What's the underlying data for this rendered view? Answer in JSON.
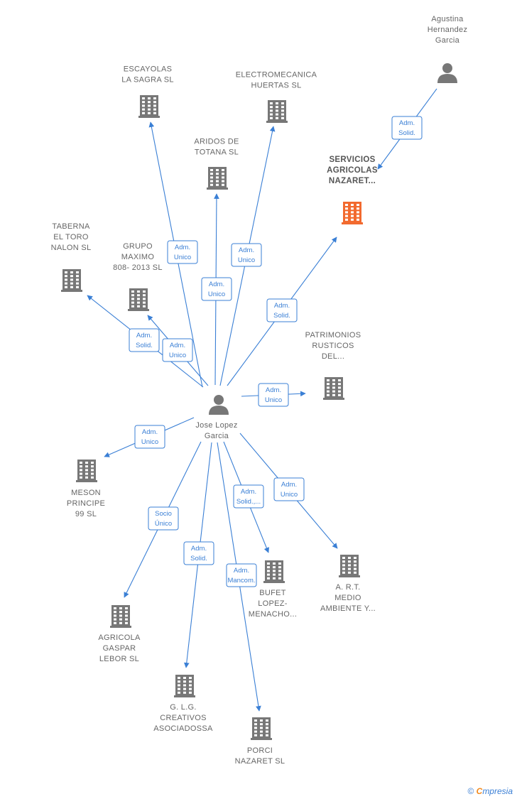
{
  "colors": {
    "edge": "#3a7fd5",
    "node": "#777777",
    "highlight": "#f26a2f"
  },
  "nodes": [
    {
      "id": "agustina",
      "kind": "person",
      "lines": [
        "Agustina",
        "Hernandez",
        "Garcia"
      ]
    },
    {
      "id": "escayolas",
      "kind": "company",
      "lines": [
        "ESCAYOLAS",
        "LA SAGRA  SL"
      ]
    },
    {
      "id": "electromecanica",
      "kind": "company",
      "lines": [
        "ELECTROMECANICA",
        "HUERTAS SL"
      ]
    },
    {
      "id": "aridos",
      "kind": "company",
      "lines": [
        "ARIDOS DE",
        "TOTANA  SL"
      ]
    },
    {
      "id": "servicios",
      "kind": "company",
      "highlight": true,
      "lines": [
        "SERVICIOS",
        "AGRICOLAS",
        "NAZARET..."
      ]
    },
    {
      "id": "taberna",
      "kind": "company",
      "lines": [
        "TABERNA",
        "EL TORO",
        "NALON  SL"
      ]
    },
    {
      "id": "grupo",
      "kind": "company",
      "lines": [
        "GRUPO",
        "MAXIMO",
        "808- 2013 SL"
      ]
    },
    {
      "id": "patrimonios",
      "kind": "company",
      "lines": [
        "PATRIMONIOS",
        "RUSTICOS",
        "DEL..."
      ]
    },
    {
      "id": "jose",
      "kind": "person",
      "lines": [
        "Jose Lopez",
        "Garcia"
      ]
    },
    {
      "id": "meson",
      "kind": "company",
      "lines": [
        "MESON",
        "PRINCIPE",
        "99 SL"
      ]
    },
    {
      "id": "bufet",
      "kind": "company",
      "lines": [
        "BUFET",
        "LOPEZ-",
        "MENACHO..."
      ]
    },
    {
      "id": "art",
      "kind": "company",
      "lines": [
        "A. R.T.",
        "MEDIO",
        "AMBIENTE Y..."
      ]
    },
    {
      "id": "agricola",
      "kind": "company",
      "lines": [
        "AGRICOLA",
        "GASPAR",
        "LEBOR  SL"
      ]
    },
    {
      "id": "glg",
      "kind": "company",
      "lines": [
        "G. L.G.",
        "CREATIVOS",
        "ASOCIADOSSA"
      ]
    },
    {
      "id": "porci",
      "kind": "company",
      "lines": [
        "PORCI",
        "NAZARET SL"
      ]
    }
  ],
  "edges": [
    {
      "from": "agustina",
      "to": "servicios",
      "label": [
        "Adm.",
        "Solid."
      ]
    },
    {
      "from": "jose",
      "to": "escayolas",
      "label": [
        "Adm.",
        "Unico"
      ]
    },
    {
      "from": "jose",
      "to": "electromecanica",
      "label": [
        "Adm.",
        "Unico"
      ]
    },
    {
      "from": "jose",
      "to": "aridos",
      "label": [
        "Adm.",
        "Unico"
      ]
    },
    {
      "from": "jose",
      "to": "servicios",
      "label": [
        "Adm.",
        "Solid."
      ]
    },
    {
      "from": "jose",
      "to": "taberna",
      "label": [
        "Adm.",
        "Solid."
      ]
    },
    {
      "from": "jose",
      "to": "grupo",
      "label": [
        "Adm.",
        "Unico"
      ]
    },
    {
      "from": "jose",
      "to": "patrimonios",
      "label": [
        "Adm.",
        "Unico"
      ]
    },
    {
      "from": "jose",
      "to": "meson",
      "label": [
        "Adm.",
        "Unico"
      ]
    },
    {
      "from": "jose",
      "to": "bufet",
      "label": [
        "Adm.",
        "Solid.,..."
      ]
    },
    {
      "from": "jose",
      "to": "art",
      "label": [
        "Adm.",
        "Unico"
      ]
    },
    {
      "from": "jose",
      "to": "agricola",
      "label": [
        "Socio",
        "Único"
      ]
    },
    {
      "from": "jose",
      "to": "glg",
      "label": [
        "Adm.",
        "Solid."
      ]
    },
    {
      "from": "jose",
      "to": "porci",
      "label": [
        "Adm.",
        "Mancom."
      ]
    }
  ],
  "footer": {
    "copyright": "©",
    "brand_initial": "C",
    "brand_rest": "mpresia"
  }
}
